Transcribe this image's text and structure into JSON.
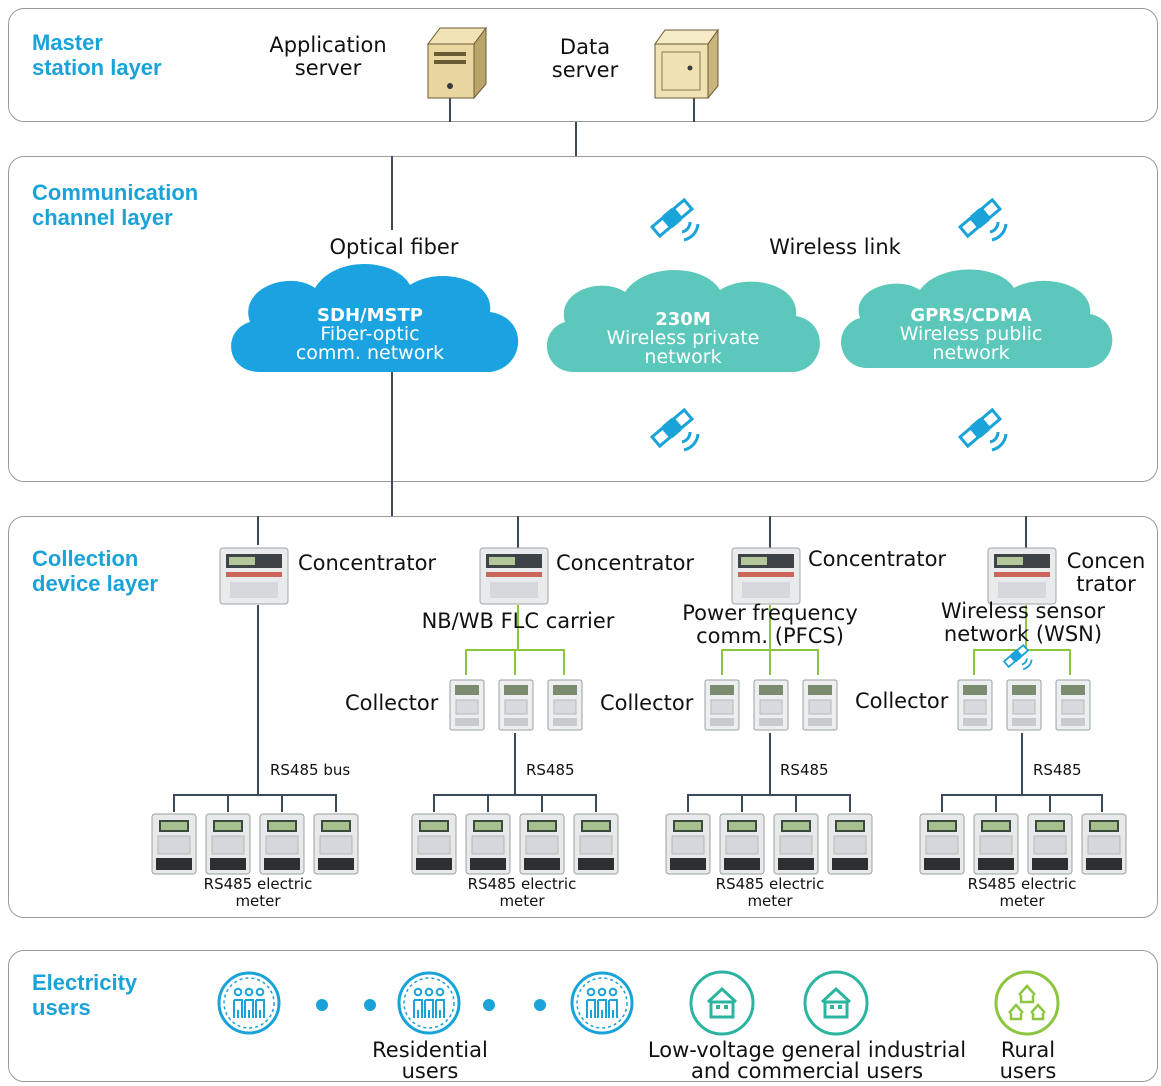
{
  "layers": {
    "master": "Master\nstation layer",
    "channel": "Communication\nchannel layer",
    "collection": "Collection\ndevice layer",
    "users": "Electricity\nusers"
  },
  "master": {
    "app_server": "Application\nserver",
    "data_server": "Data\nserver"
  },
  "channel": {
    "optical_fiber": "Optical fiber",
    "wireless_link": "Wireless link",
    "clouds": [
      {
        "title": "SDH/MSTP",
        "subtitle": "Fiber-optic\ncomm. network",
        "color": "#1aa3e0"
      },
      {
        "title": "230M",
        "subtitle": "Wireless private\nnetwork",
        "color": "#5cc8bc"
      },
      {
        "title": "GPRS/CDMA",
        "subtitle": "Wireless public\nnetwork",
        "color": "#5cc8bc"
      }
    ]
  },
  "collection": {
    "concentrator": "Concentrator",
    "concentrator_split": "Concen\ntrator",
    "nbwb": "NB/WB FLC carrier",
    "pfcs": "Power frequency\ncomm. (PFCS)",
    "wsn": "Wireless sensor\nnetwork (WSN)",
    "collector": "Collector",
    "rs485_bus": "RS485 bus",
    "rs485": "RS485",
    "meter": "RS485 electric\nmeter"
  },
  "users": {
    "residential": "Residential\nusers",
    "lowvoltage": "Low-voltage general industrial\nand commercial users",
    "rural": "Rural\nusers"
  },
  "colors": {
    "accent": "#1aa3d9",
    "green_line": "#8cc63f",
    "teal_icon": "#2bb5a0",
    "rural_icon": "#8cc63f"
  }
}
